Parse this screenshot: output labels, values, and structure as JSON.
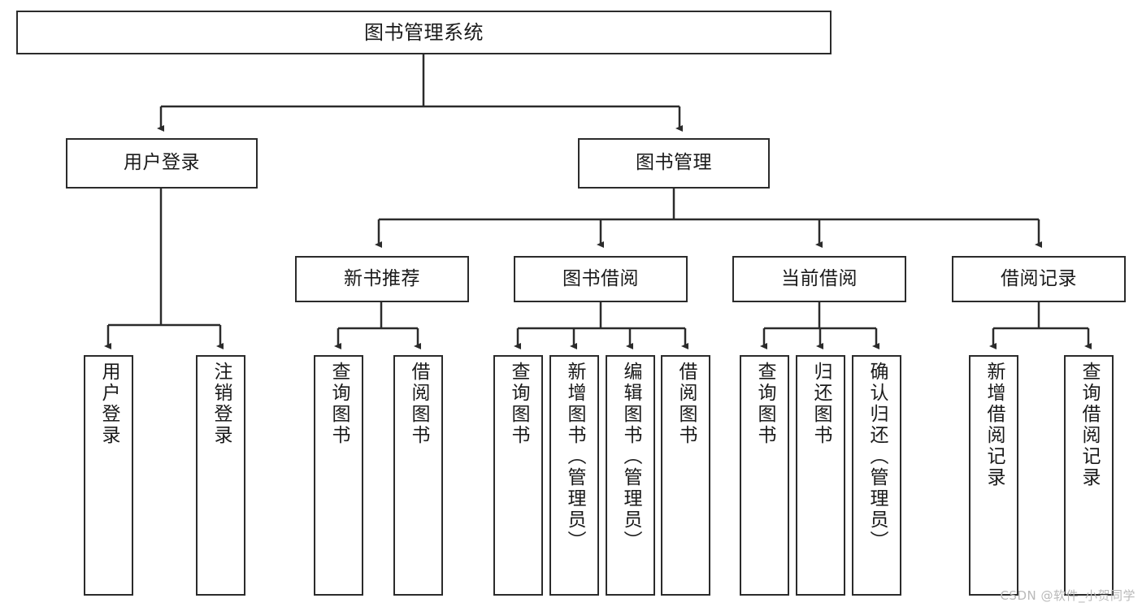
{
  "diagram": {
    "title": "图书管理系统",
    "watermark": "CSDN @软件_小贺同学",
    "stroke_color": "#2b2b2b",
    "background_color": "#ffffff",
    "text_color": "#1a1a1a",
    "levels": {
      "root": {
        "label": "图书管理系统"
      },
      "level2": [
        {
          "label": "用户登录"
        },
        {
          "label": "图书管理"
        }
      ],
      "level3": [
        {
          "label": "新书推荐"
        },
        {
          "label": "图书借阅"
        },
        {
          "label": "当前借阅"
        },
        {
          "label": "借阅记录"
        }
      ],
      "leaves": {
        "user_login": [
          {
            "label": "用户登录"
          },
          {
            "label": "注销登录"
          }
        ],
        "new_book_recommend": [
          {
            "label": "查询图书"
          },
          {
            "label": "借阅图书"
          }
        ],
        "book_borrow": [
          {
            "label": "查询图书"
          },
          {
            "label": "新增图书（管理员）"
          },
          {
            "label": "编辑图书（管理员）"
          },
          {
            "label": "借阅图书"
          }
        ],
        "current_borrow": [
          {
            "label": "查询图书"
          },
          {
            "label": "归还图书"
          },
          {
            "label": "确认归还（管理员）"
          }
        ],
        "borrow_record": [
          {
            "label": "新增借阅记录"
          },
          {
            "label": "查询借阅记录"
          }
        ]
      }
    }
  }
}
